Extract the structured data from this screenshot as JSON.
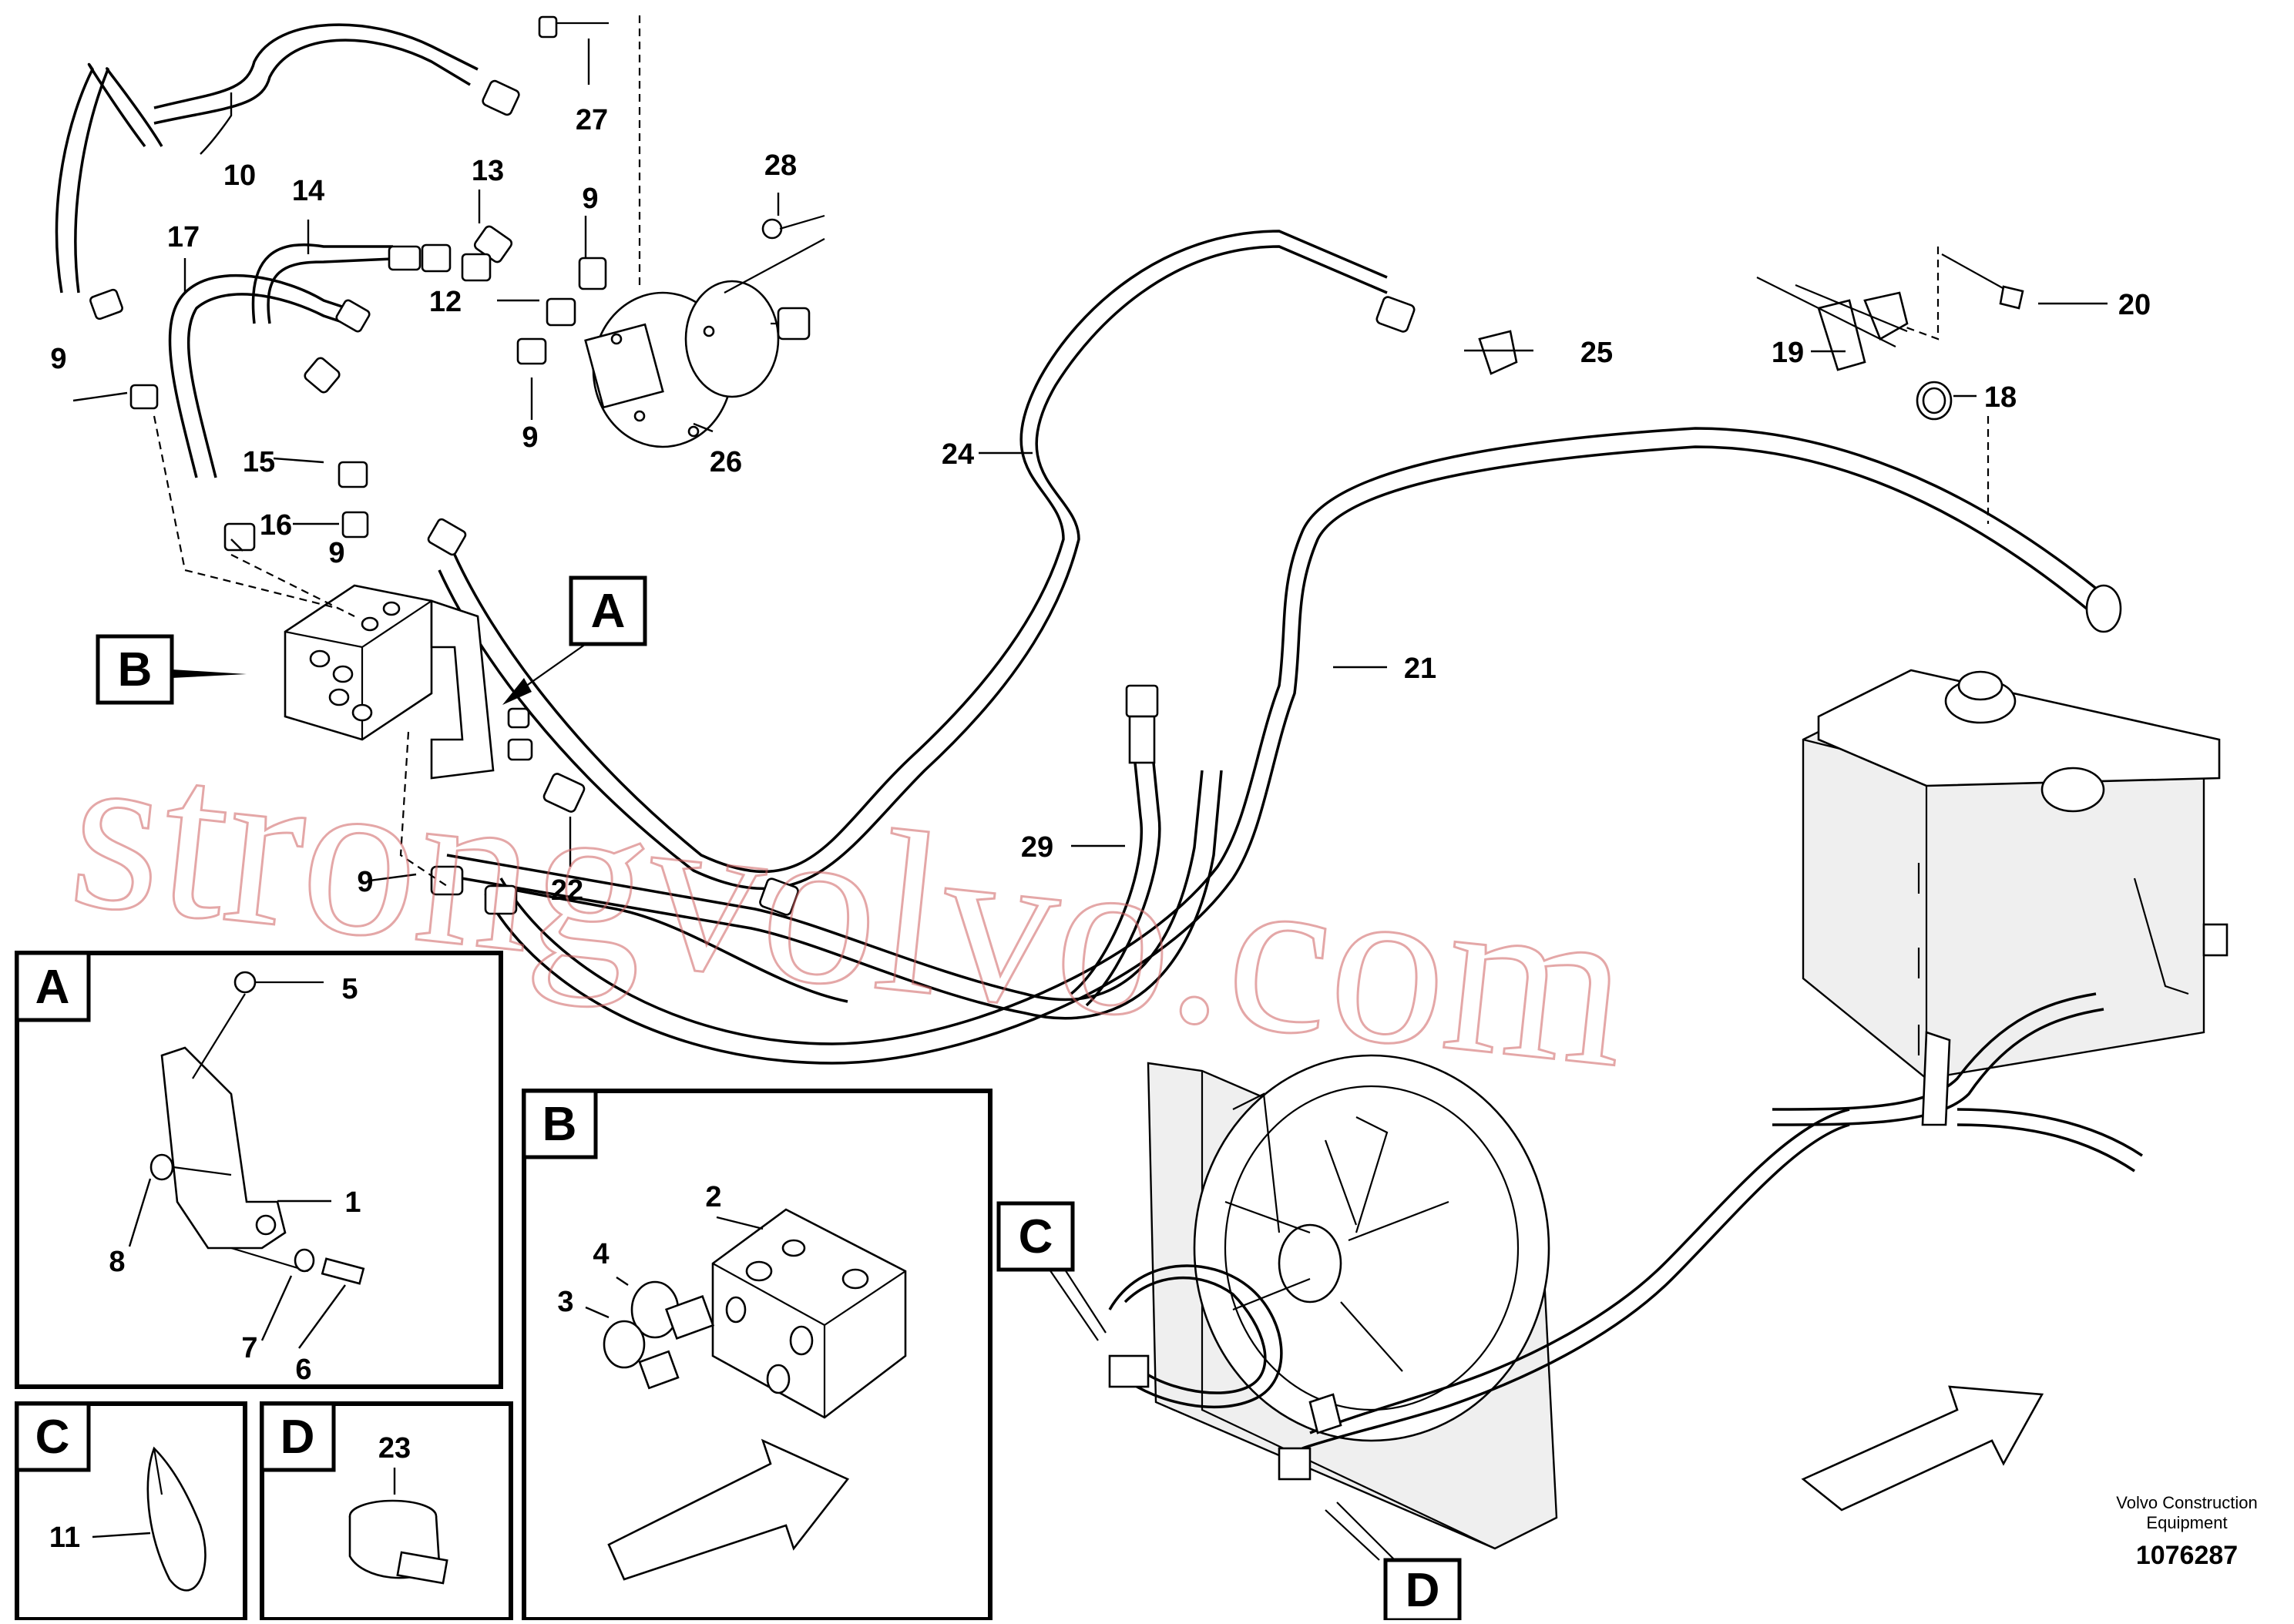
{
  "labels": {
    "p1": "1",
    "p2": "2",
    "p3": "3",
    "p4": "4",
    "p5": "5",
    "p6": "6",
    "p7": "7",
    "p8": "8",
    "p9": "9",
    "p10": "10",
    "p11": "11",
    "p12": "12",
    "p13": "13",
    "p14": "14",
    "p15": "15",
    "p16": "16",
    "p17": "17",
    "p18": "18",
    "p19": "19",
    "p20": "20",
    "p21": "21",
    "p22": "22",
    "p23": "23",
    "p24": "24",
    "p25": "25",
    "p26": "26",
    "p27": "27",
    "p28": "28",
    "p29": "29"
  },
  "views": {
    "a": "A",
    "b": "B",
    "c": "C",
    "d": "D"
  },
  "watermark": "strongvolvo.com",
  "credit": {
    "line1": "Volvo Construction",
    "line2": "Equipment"
  },
  "drawing_number": "1076287",
  "colors": {
    "line": "#000000",
    "watermark": "#cd5f5f"
  }
}
